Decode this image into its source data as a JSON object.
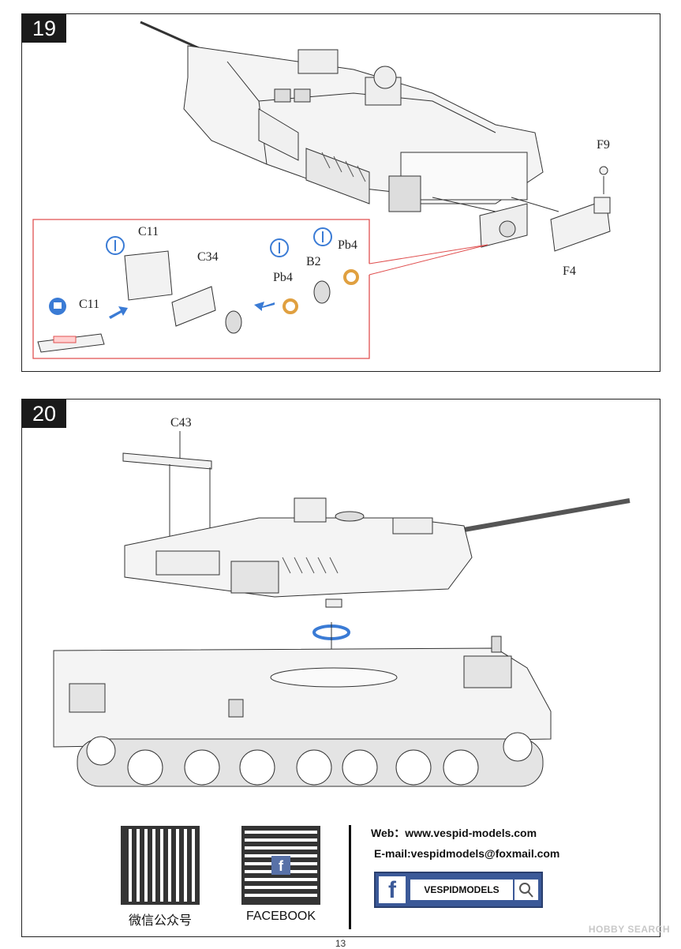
{
  "step19": {
    "number": "19",
    "labels": {
      "f9": "F9",
      "f4": "F4",
      "c11_top": "C11",
      "c34": "C34",
      "c11_bottom": "C11",
      "b2": "B2",
      "pb4_left": "Pb4",
      "pb4_right": "Pb4"
    }
  },
  "step20": {
    "number": "20",
    "labels": {
      "c43": "C43"
    }
  },
  "footer": {
    "qr_wechat_caption": "微信公众号",
    "qr_facebook_caption": "FACEBOOK",
    "web": "Web：www.vespid-models.com",
    "email": "E-mail:vespidmodels@foxmail.com",
    "fb_name": "VESPIDMODELS",
    "fb_letter": "f",
    "page_number": "13",
    "watermark": "HOBBY SEARCH"
  },
  "colors": {
    "callout_red": "#e05050",
    "arrow_blue": "#3a7bd5",
    "ring_orange": "#e0a040",
    "fb_blue": "#3b5998"
  },
  "icons": [
    "glue-icon",
    "apply-paint-icon",
    "rotate-arrow-icon",
    "facebook-icon",
    "search-icon"
  ]
}
